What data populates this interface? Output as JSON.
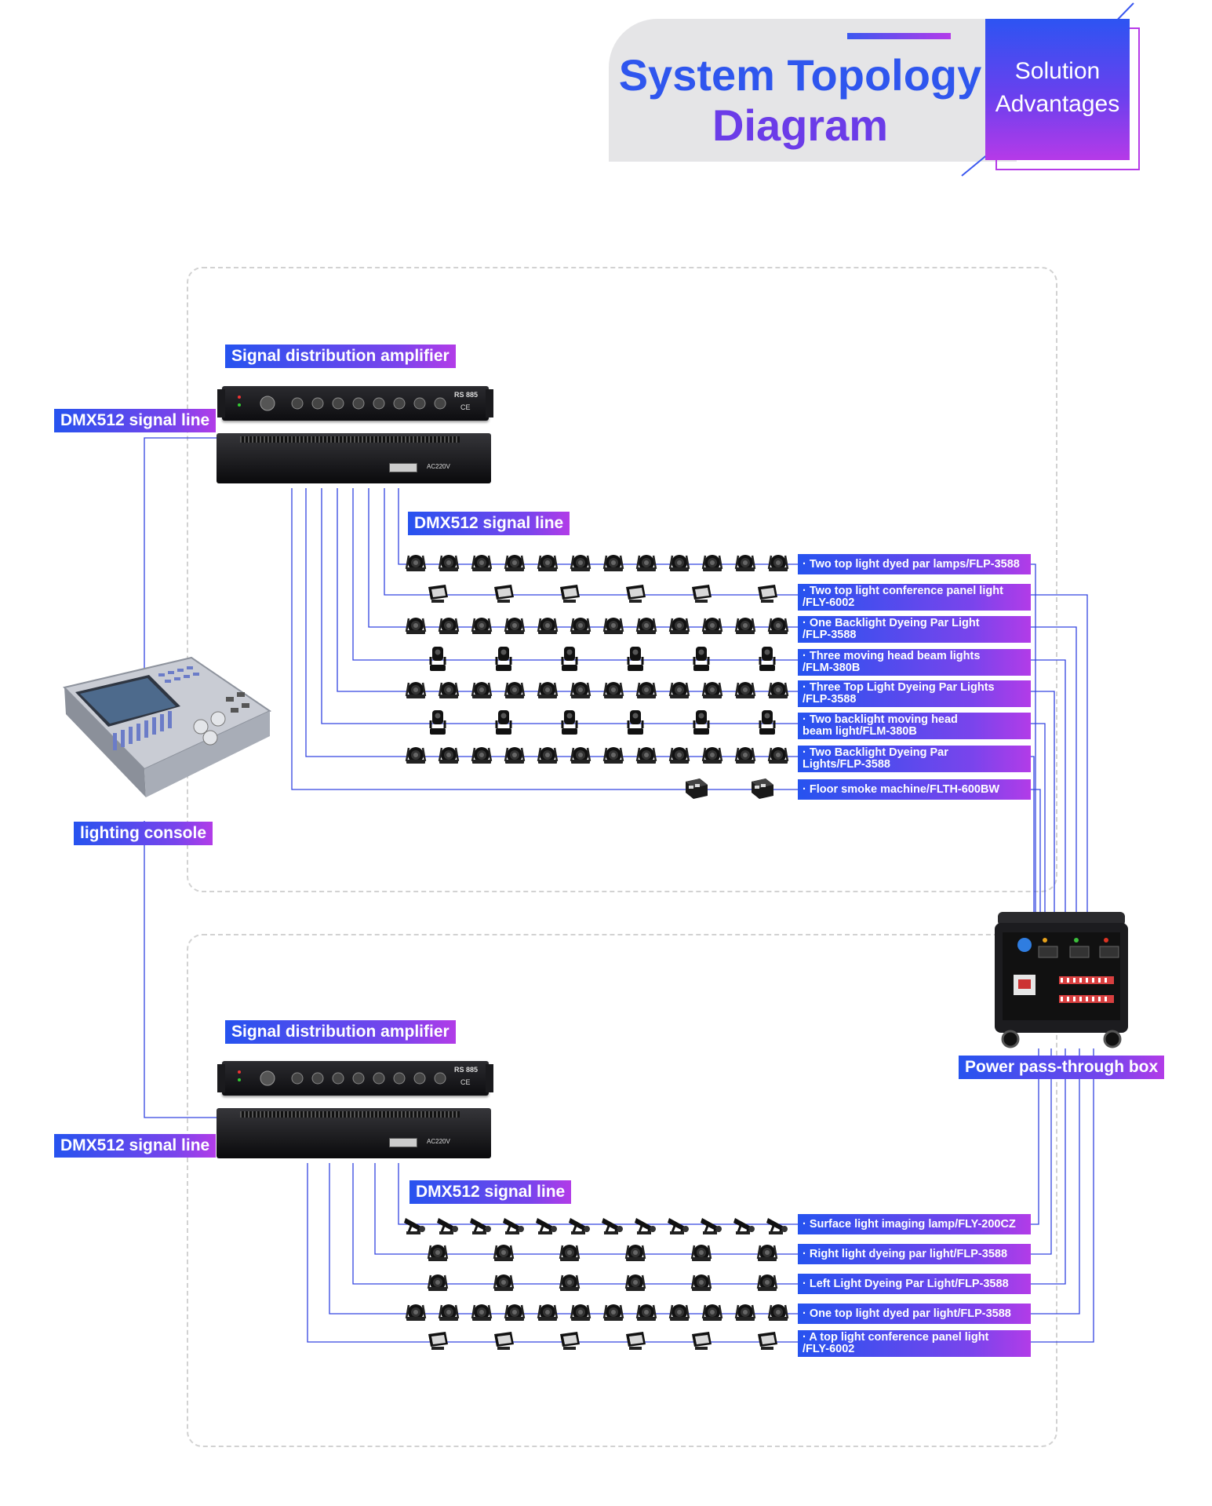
{
  "header": {
    "title_line1": "System Topology",
    "title_line2": "Diagram",
    "card_line1": "Solution",
    "card_line2": "Advantages"
  },
  "labels": {
    "amp1": "Signal distribution amplifier",
    "amp2": "Signal distribution amplifier",
    "dmx_left1": "DMX512 signal line",
    "dmx_mid1": "DMX512 signal line",
    "dmx_left2": "DMX512 signal line",
    "dmx_mid2": "DMX512 signal line",
    "console": "lighting console",
    "power_box": "Power pass-through box"
  },
  "device_text": {
    "amp_model": "RS 885",
    "amp_mark": "CE",
    "ps_voltage": "AC220V"
  },
  "fixtures_upper": [
    {
      "line1": "· Two top light dyed par lamps/FLP-3588",
      "line2": "",
      "icon": "par-can-icon",
      "count": 12
    },
    {
      "line1": "· Two top light conference panel light",
      "line2": "/FLY-6002",
      "icon": "panel-light-icon",
      "count": 6
    },
    {
      "line1": "· One Backlight Dyeing Par Light",
      "line2": "/FLP-3588",
      "icon": "par-can-icon",
      "count": 12
    },
    {
      "line1": "· Three moving head beam lights",
      "line2": "/FLM-380B",
      "icon": "moving-head-icon",
      "count": 6
    },
    {
      "line1": "· Three Top Light Dyeing Par Lights",
      "line2": "/FLP-3588",
      "icon": "par-can-icon",
      "count": 12
    },
    {
      "line1": "· Two backlight moving head",
      "line2": "beam light/FLM-380B",
      "icon": "moving-head-icon",
      "count": 6
    },
    {
      "line1": "· Two Backlight Dyeing Par",
      "line2": "Lights/FLP-3588",
      "icon": "par-can-icon",
      "count": 12
    },
    {
      "line1": "· Floor smoke machine/FLTH-600BW",
      "line2": "",
      "icon": "smoke-machine-icon",
      "count": 2
    }
  ],
  "fixtures_lower": [
    {
      "line1": "· Surface light imaging lamp/FLY-200CZ",
      "line2": "",
      "icon": "imaging-lamp-icon",
      "count": 12
    },
    {
      "line1": "· Right light dyeing par light/FLP-3588",
      "line2": "",
      "icon": "par-can-icon",
      "count": 6
    },
    {
      "line1": "· Left Light Dyeing Par Light/FLP-3588",
      "line2": "",
      "icon": "par-can-icon",
      "count": 6
    },
    {
      "line1": "· One top light dyed par light/FLP-3588",
      "line2": "",
      "icon": "par-can-icon",
      "count": 12
    },
    {
      "line1": "· A top light conference panel light",
      "line2": "/FLY-6002",
      "icon": "panel-light-icon",
      "count": 6
    }
  ],
  "colors": {
    "signal_line": "#3344e0",
    "accent_blue": "#2653ef",
    "accent_purple": "#b23ce8",
    "header_title": "#2f56ee",
    "header_bg": "#e5e5e7"
  }
}
